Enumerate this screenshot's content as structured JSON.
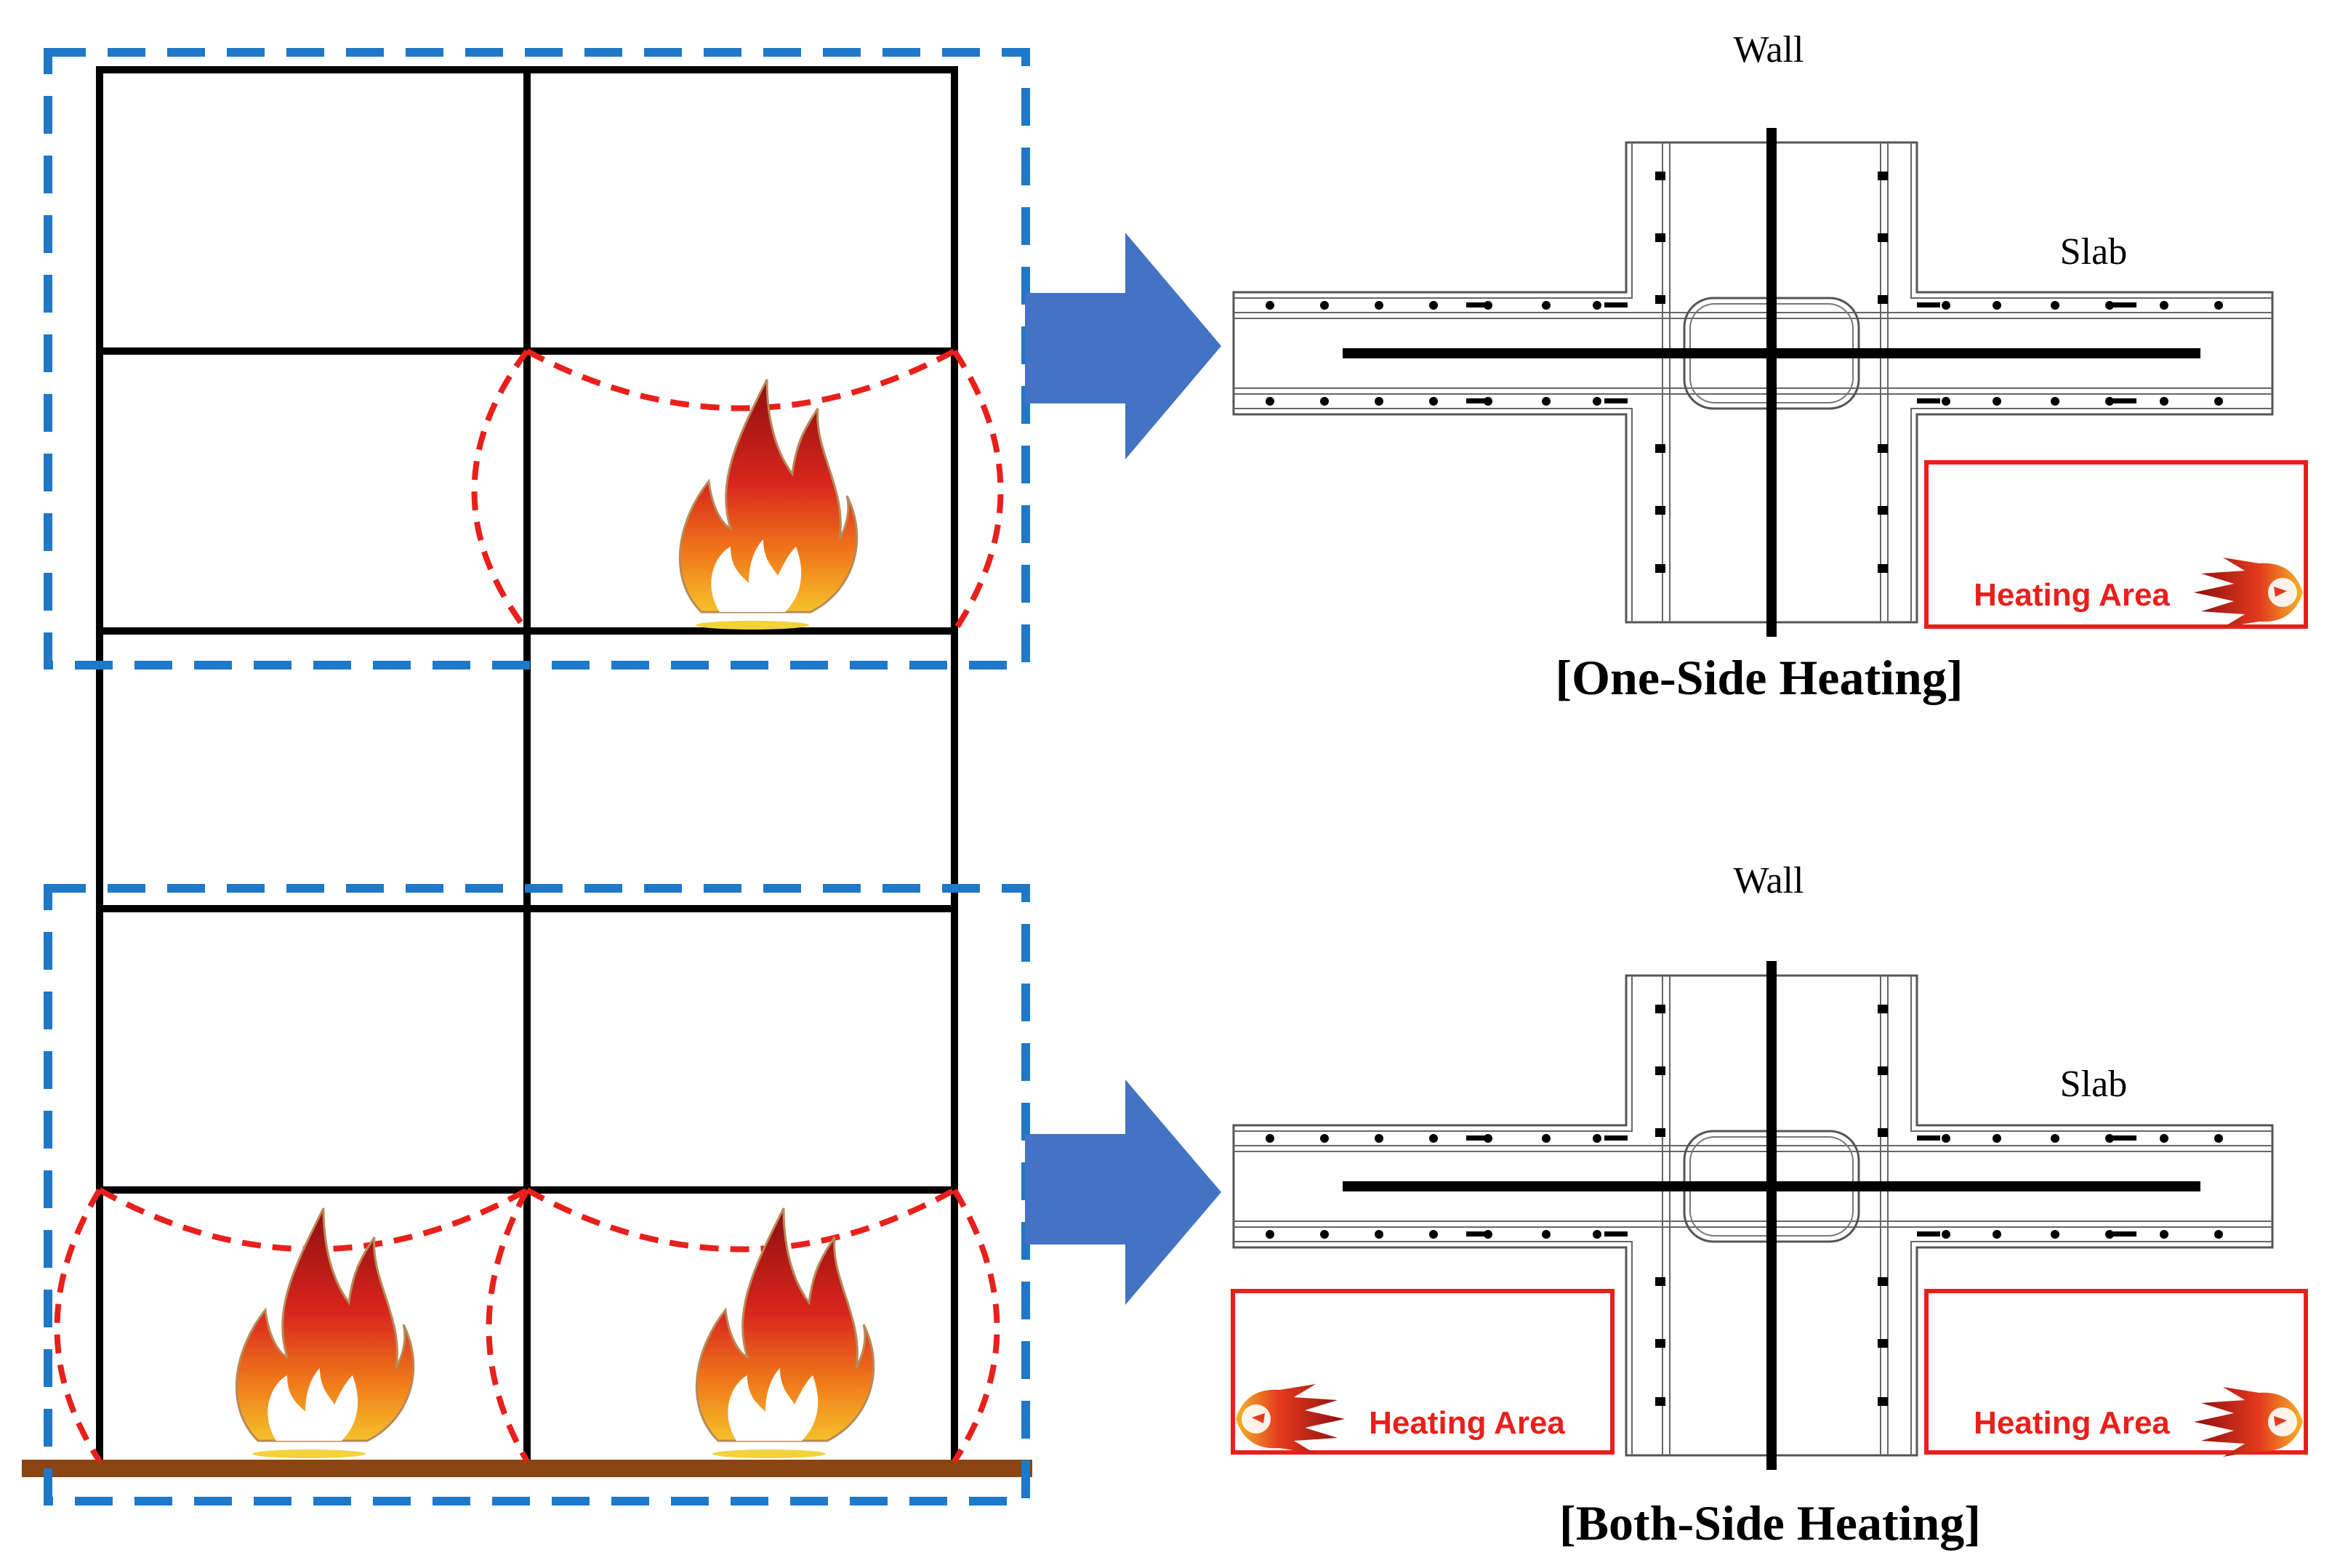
{
  "colors": {
    "frame": "#000000",
    "group_outline": "#1f78c8",
    "influence_zone": "#e8201c",
    "arrow": "#4472c4",
    "ground": "#8b4513",
    "heating_area": "#e8201c",
    "rebar": "#000000"
  },
  "icons": {
    "fire": "fire-icon",
    "arrow": "right-arrow-icon",
    "small_fire": "fireball-icon"
  },
  "top_section": {
    "wall_label": "Wall",
    "slab_label": "Slab",
    "heating_area_label": "Heating Area",
    "caption": "[One-Side Heating]"
  },
  "bottom_section": {
    "wall_label": "Wall",
    "slab_label": "Slab",
    "heating_area_left_label": "Heating Area",
    "heating_area_right_label": "Heating Area",
    "caption": "[Both-Side Heating]"
  }
}
